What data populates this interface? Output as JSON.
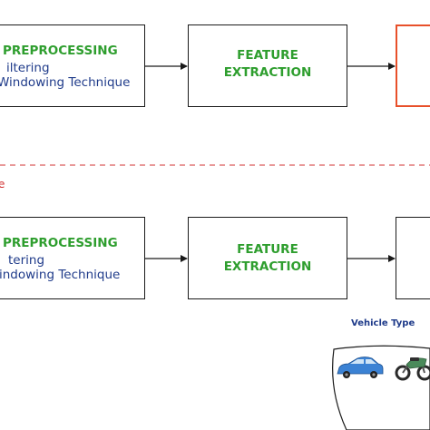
{
  "palette": {
    "box_border": "#1a1a1a",
    "accent_border": "#e8502a",
    "title_green": "#2e9e2e",
    "text_blue": "#1f3b8a",
    "divider_red": "#d03030"
  },
  "top_row": {
    "preprocessing": {
      "title": "PREPROCESSING",
      "line1": "iltering",
      "line2": "Windowing Technique"
    },
    "feature_extraction": {
      "line1": "FEATURE",
      "line2": "EXTRACTION"
    }
  },
  "divider_label": "e",
  "bottom_row": {
    "preprocessing": {
      "title": "PREPROCESSING",
      "line1": "tering",
      "line2": "indowing Technique"
    },
    "feature_extraction": {
      "line1": "FEATURE",
      "line2": "EXTRACTION"
    }
  },
  "vehicle_type": {
    "title": "Vehicle Type",
    "icons": [
      "car-icon",
      "motorcycle-icon"
    ]
  }
}
